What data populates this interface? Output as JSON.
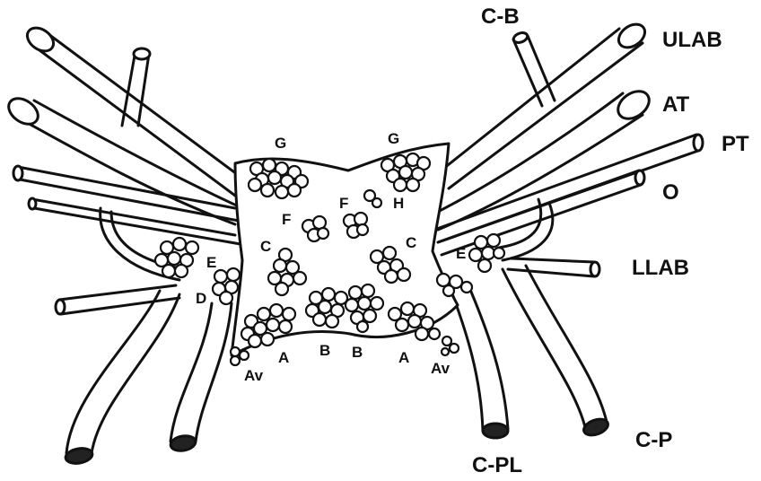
{
  "nerve_labels": {
    "c_b": "C-B",
    "ulab": "ULAB",
    "at": "AT",
    "pt": "PT",
    "o": "O",
    "llab": "LLAB",
    "c_p": "C-P",
    "c_pl": "C-PL"
  },
  "cluster_labels": {
    "g_left": "G",
    "g_right": "G",
    "f_left": "F",
    "f_right": "F",
    "h": "H",
    "c_left": "C",
    "c_right": "C",
    "e_left": "E",
    "e_right": "E",
    "d": "D",
    "a_left": "A",
    "b_left": "B",
    "b_right": "B",
    "a_right": "A",
    "av_left": "Av",
    "av_right": "Av"
  }
}
